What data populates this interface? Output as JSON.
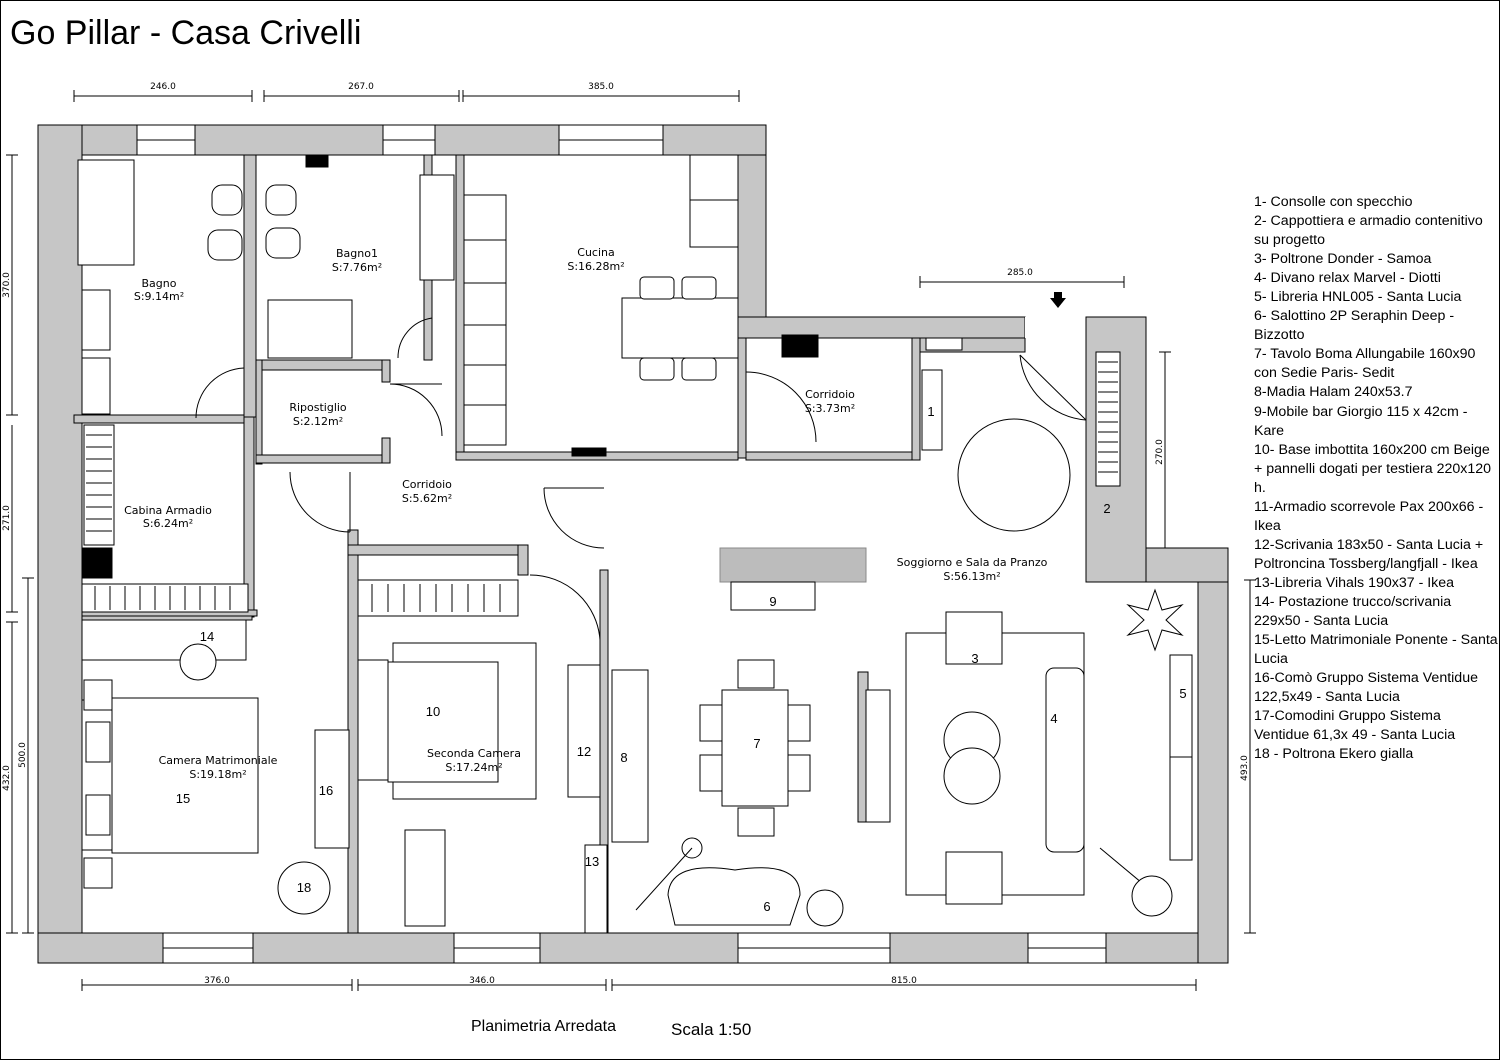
{
  "title": "Go Pillar - Casa Crivelli",
  "rooms": [
    {
      "name": "Bagno",
      "area": "S:9.14m²"
    },
    {
      "name": "Bagno1",
      "area": "S:7.76m²"
    },
    {
      "name": "Cucina",
      "area": "S:16.28m²"
    },
    {
      "name": "Ripostiglio",
      "area": "S:2.12m²"
    },
    {
      "name": "Corridoio",
      "area": "S:3.73m²"
    },
    {
      "name": "Corridoio",
      "area": "S:5.62m²"
    },
    {
      "name": "Cabina Armadio",
      "area": "S:6.24m²"
    },
    {
      "name": "Soggiorno e Sala da Pranzo",
      "area": "S:56.13m²"
    },
    {
      "name": "Camera Matrimoniale",
      "area": "S:19.18m²"
    },
    {
      "name": "Seconda Camera",
      "area": "S:17.24m²"
    }
  ],
  "dimensions": {
    "top": [
      "246.0",
      "267.0",
      "385.0"
    ],
    "entry": "285.0",
    "bottom": [
      "376.0",
      "346.0",
      "815.0"
    ],
    "left": [
      "370.0",
      "271.0",
      "500.0",
      "432.0"
    ],
    "right": [
      "270.0",
      "493.0"
    ]
  },
  "markers": [
    "1",
    "2",
    "3",
    "4",
    "5",
    "6",
    "7",
    "8",
    "9",
    "10",
    "12",
    "13",
    "14",
    "15",
    "16",
    "18"
  ],
  "legend": [
    "1- Consolle con specchio",
    "2- Cappottiera e armadio contenitivo su progetto",
    "3- Poltrone Donder - Samoa",
    "4- Divano relax Marvel - Diotti",
    "5- Libreria HNL005 - Santa Lucia",
    "6- Salottino 2P Seraphin Deep - Bizzotto",
    "7- Tavolo Boma Allungabile 160x90 con Sedie Paris- Sedit",
    "8-Madia Halam 240x53.7",
    "9-Mobile bar Giorgio 115 x 42cm - Kare",
    "10- Base imbottita 160x200 cm Beige + pannelli dogati per testiera 220x120 h.",
    "11-Armadio scorrevole Pax 200x66 - Ikea",
    "12-Scrivania 183x50 - Santa Lucia + Poltroncina Tossberg/langfjall - Ikea",
    "13-Libreria Vihals 190x37 - Ikea",
    "14- Postazione trucco/scrivania 229x50 - Santa Lucia",
    "15-Letto Matrimoniale Ponente - Santa Lucia",
    "16-Comò Gruppo Sistema Ventidue 122,5x49 - Santa Lucia",
    "17-Comodini Gruppo Sistema Ventidue 61,3x 49 - Santa Lucia",
    "18 - Poltrona Ekero gialla"
  ],
  "caption": {
    "plan": "Planimetria Arredata",
    "scale": "Scala 1:50"
  },
  "colors": {
    "wall": "#c6c6c6",
    "line": "#000000",
    "console": "#bcbcbc"
  }
}
